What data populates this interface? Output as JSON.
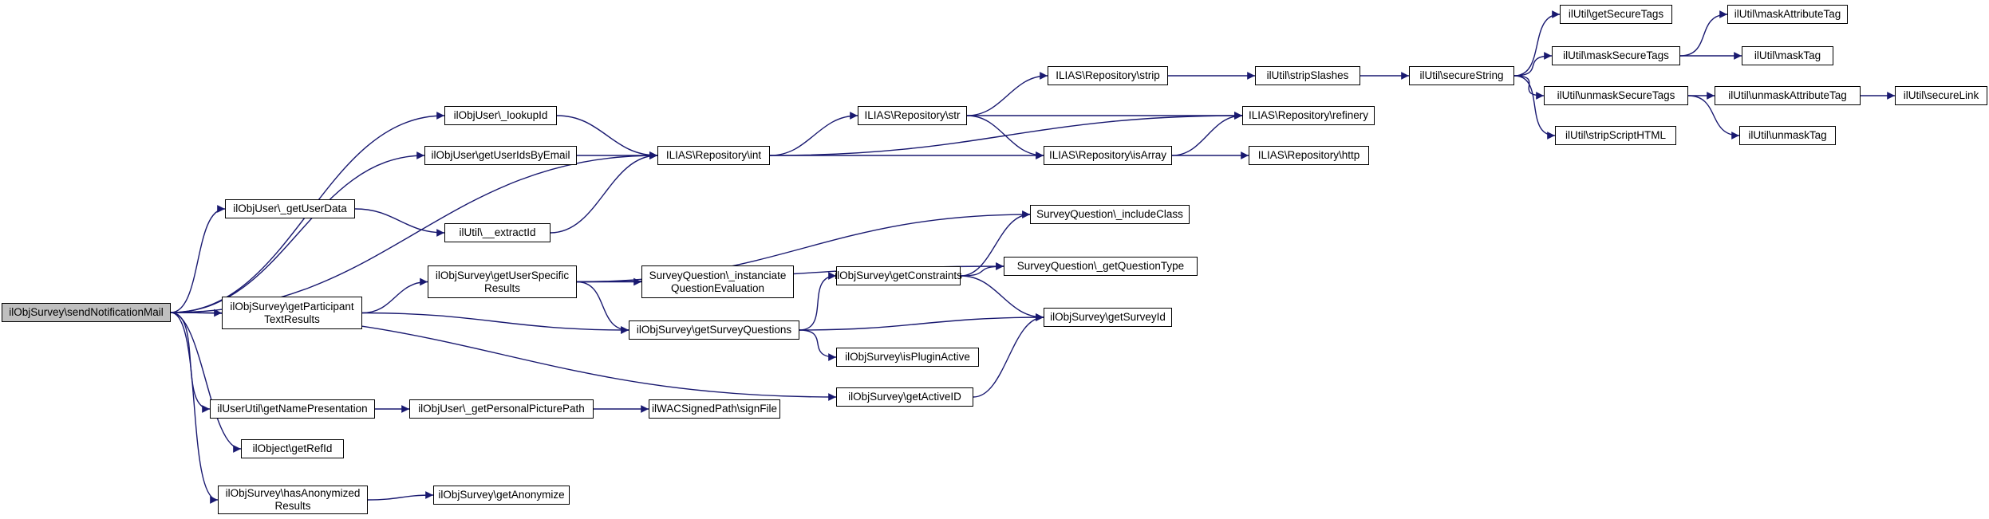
{
  "colors": {
    "edge": "#191970",
    "node_border": "#000000",
    "root_fill": "#bfbfbf",
    "node_fill": "#ffffff"
  },
  "nodes": [
    {
      "id": "send",
      "lines": [
        "ilObjSurvey\\sendNotificationMail"
      ],
      "root": true
    },
    {
      "id": "lookupId",
      "lines": [
        "ilObjUser\\_lookupId"
      ]
    },
    {
      "id": "getUserIdsByEmail",
      "lines": [
        "ilObjUser\\getUserIdsByEmail"
      ]
    },
    {
      "id": "int",
      "lines": [
        "ILIAS\\Repository\\int"
      ]
    },
    {
      "id": "getUserData",
      "lines": [
        "ilObjUser\\_getUserData"
      ]
    },
    {
      "id": "extractId",
      "lines": [
        "ilUtil\\__extractId"
      ]
    },
    {
      "id": "getParticipantTextResults",
      "lines": [
        "ilObjSurvey\\getParticipant",
        "TextResults"
      ]
    },
    {
      "id": "getUserSpecificResults",
      "lines": [
        "ilObjSurvey\\getUserSpecific",
        "Results"
      ]
    },
    {
      "id": "instanciateQE",
      "lines": [
        "SurveyQuestion\\_instanciate",
        "QuestionEvaluation"
      ]
    },
    {
      "id": "getSurveyQuestions",
      "lines": [
        "ilObjSurvey\\getSurveyQuestions"
      ]
    },
    {
      "id": "getConstraints",
      "lines": [
        "ilObjSurvey\\getConstraints"
      ]
    },
    {
      "id": "includeClass",
      "lines": [
        "SurveyQuestion\\_includeClass"
      ]
    },
    {
      "id": "getQuestionType",
      "lines": [
        "SurveyQuestion\\_getQuestionType"
      ]
    },
    {
      "id": "getSurveyId",
      "lines": [
        "ilObjSurvey\\getSurveyId"
      ]
    },
    {
      "id": "isPluginActive",
      "lines": [
        "ilObjSurvey\\isPluginActive"
      ]
    },
    {
      "id": "getActiveID",
      "lines": [
        "ilObjSurvey\\getActiveID"
      ]
    },
    {
      "id": "getNamePresentation",
      "lines": [
        "ilUserUtil\\getNamePresentation"
      ]
    },
    {
      "id": "getPersonalPicturePath",
      "lines": [
        "ilObjUser\\_getPersonalPicturePath"
      ]
    },
    {
      "id": "signFile",
      "lines": [
        "ilWACSignedPath\\signFile"
      ]
    },
    {
      "id": "getRefId",
      "lines": [
        "ilObject\\getRefId"
      ]
    },
    {
      "id": "hasAnonymizedResults",
      "lines": [
        "ilObjSurvey\\hasAnonymized",
        "Results"
      ]
    },
    {
      "id": "getAnonymize",
      "lines": [
        "ilObjSurvey\\getAnonymize"
      ]
    },
    {
      "id": "str",
      "lines": [
        "ILIAS\\Repository\\str"
      ]
    },
    {
      "id": "strip",
      "lines": [
        "ILIAS\\Repository\\strip"
      ]
    },
    {
      "id": "isArray",
      "lines": [
        "ILIAS\\Repository\\isArray"
      ]
    },
    {
      "id": "refinery",
      "lines": [
        "ILIAS\\Repository\\refinery"
      ]
    },
    {
      "id": "http",
      "lines": [
        "ILIAS\\Repository\\http"
      ]
    },
    {
      "id": "stripSlashes",
      "lines": [
        "ilUtil\\stripSlashes"
      ]
    },
    {
      "id": "secureString",
      "lines": [
        "ilUtil\\secureString"
      ]
    },
    {
      "id": "getSecureTags",
      "lines": [
        "ilUtil\\getSecureTags"
      ]
    },
    {
      "id": "maskSecureTags",
      "lines": [
        "ilUtil\\maskSecureTags"
      ]
    },
    {
      "id": "unmaskSecureTags",
      "lines": [
        "ilUtil\\unmaskSecureTags"
      ]
    },
    {
      "id": "stripScriptHTML",
      "lines": [
        "ilUtil\\stripScriptHTML"
      ]
    },
    {
      "id": "maskAttributeTag",
      "lines": [
        "ilUtil\\maskAttributeTag"
      ]
    },
    {
      "id": "maskTag",
      "lines": [
        "ilUtil\\maskTag"
      ]
    },
    {
      "id": "unmaskAttributeTag",
      "lines": [
        "ilUtil\\unmaskAttributeTag"
      ]
    },
    {
      "id": "unmaskTag",
      "lines": [
        "ilUtil\\unmaskTag"
      ]
    },
    {
      "id": "secureLink",
      "lines": [
        "ilUtil\\secureLink"
      ]
    }
  ],
  "edges": [
    [
      "send",
      "lookupId"
    ],
    [
      "send",
      "getUserIdsByEmail"
    ],
    [
      "send",
      "int"
    ],
    [
      "send",
      "getUserData"
    ],
    [
      "send",
      "getParticipantTextResults"
    ],
    [
      "send",
      "getActiveID"
    ],
    [
      "send",
      "getNamePresentation"
    ],
    [
      "send",
      "getRefId"
    ],
    [
      "send",
      "hasAnonymizedResults"
    ],
    [
      "lookupId",
      "int"
    ],
    [
      "getUserIdsByEmail",
      "int"
    ],
    [
      "int",
      "refinery"
    ],
    [
      "int",
      "str"
    ],
    [
      "int",
      "isArray"
    ],
    [
      "str",
      "strip"
    ],
    [
      "str",
      "refinery"
    ],
    [
      "str",
      "isArray"
    ],
    [
      "strip",
      "stripSlashes"
    ],
    [
      "stripSlashes",
      "secureString"
    ],
    [
      "secureString",
      "getSecureTags"
    ],
    [
      "secureString",
      "maskSecureTags"
    ],
    [
      "secureString",
      "unmaskSecureTags"
    ],
    [
      "secureString",
      "stripScriptHTML"
    ],
    [
      "maskSecureTags",
      "maskAttributeTag"
    ],
    [
      "maskSecureTags",
      "maskTag"
    ],
    [
      "unmaskSecureTags",
      "unmaskAttributeTag"
    ],
    [
      "unmaskSecureTags",
      "unmaskTag"
    ],
    [
      "unmaskAttributeTag",
      "secureLink"
    ],
    [
      "isArray",
      "refinery"
    ],
    [
      "isArray",
      "http"
    ],
    [
      "getUserData",
      "extractId"
    ],
    [
      "extractId",
      "int"
    ],
    [
      "getParticipantTextResults",
      "getUserSpecificResults"
    ],
    [
      "getParticipantTextResults",
      "getSurveyQuestions"
    ],
    [
      "getUserSpecificResults",
      "includeClass"
    ],
    [
      "getUserSpecificResults",
      "getQuestionType"
    ],
    [
      "getUserSpecificResults",
      "instanciateQE"
    ],
    [
      "getUserSpecificResults",
      "getSurveyQuestions"
    ],
    [
      "getSurveyQuestions",
      "getConstraints"
    ],
    [
      "getSurveyQuestions",
      "getSurveyId"
    ],
    [
      "getSurveyQuestions",
      "isPluginActive"
    ],
    [
      "getConstraints",
      "includeClass"
    ],
    [
      "getConstraints",
      "getQuestionType"
    ],
    [
      "getConstraints",
      "getSurveyId"
    ],
    [
      "getActiveID",
      "getSurveyId"
    ],
    [
      "getNamePresentation",
      "getPersonalPicturePath"
    ],
    [
      "getPersonalPicturePath",
      "signFile"
    ],
    [
      "hasAnonymizedResults",
      "getAnonymize"
    ]
  ]
}
